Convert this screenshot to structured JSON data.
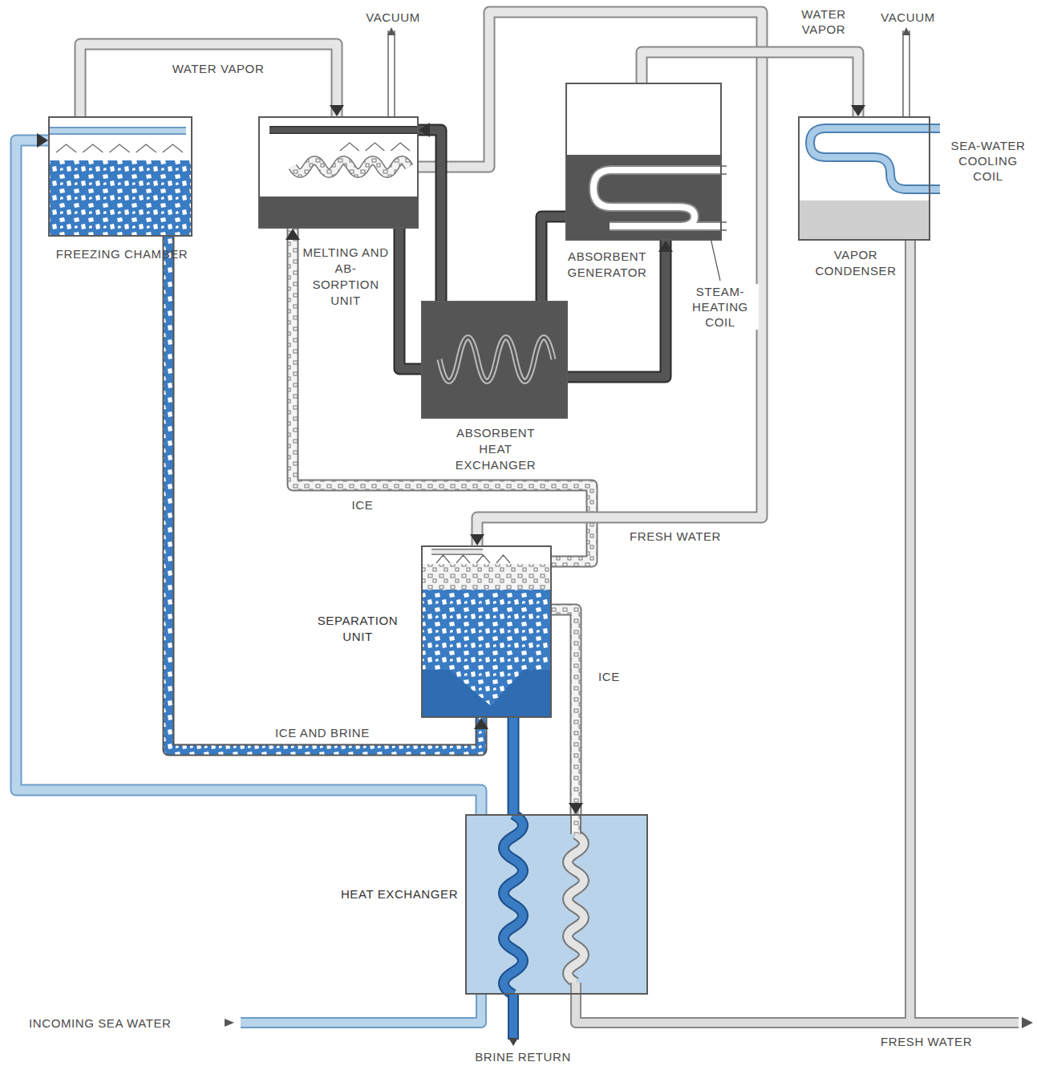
{
  "diagram": {
    "nodes": [
      {
        "text": [
          "FREEZING CHAMBER"
        ]
      },
      {
        "text": [
          "MELTING AND AB- SORPTION UNIT"
        ]
      },
      {
        "text": [
          "ABSORBENT GENERATOR"
        ]
      },
      {
        "text": [
          "VAPOR CONDENSER"
        ]
      },
      {
        "text": [
          "ABSORBENT HEAT EXCHANGER"
        ]
      },
      {
        "text": [
          "SEPARATION UNIT"
        ]
      },
      {
        "text": [
          "HEAT EXCHANGER"
        ]
      }
    ],
    "edges": [
      {
        "from": 0,
        "to": 1,
        "label": "WATER VAPOR",
        "arrow": "to"
      },
      {
        "from": 0,
        "to": 5,
        "label": "ICE AND BRINE",
        "arrow": "to"
      },
      {
        "from": 5,
        "to": 1,
        "label": "ICE",
        "arrow": "to"
      },
      {
        "from": 5,
        "to": 6,
        "label": "ICE",
        "arrow": "to"
      },
      {
        "from": 1,
        "to": 5,
        "label": "FRESH WATER",
        "arrow": "to"
      },
      {
        "from": 1,
        "to": 4,
        "arrow": "none"
      },
      {
        "from": 4,
        "to": 1,
        "arrow": "to"
      },
      {
        "from": 4,
        "to": 2,
        "arrow": "to"
      },
      {
        "from": 2,
        "to": 4,
        "arrow": "none"
      },
      {
        "from": 2,
        "to": 3,
        "label": "WATER VAPOR",
        "arrow": "to"
      },
      {
        "from": 6,
        "to": 0,
        "arrow": "to"
      },
      {
        "from": 5,
        "to": 6,
        "arrow": "none"
      }
    ],
    "labels": [
      "VACUUM",
      "VACUUM",
      "SEA-WATER COOLING COIL",
      "STEAM-HEATING COIL",
      "INCOMING SEA WATER",
      "BRINE RETURN",
      "FRESH WATER"
    ]
  }
}
